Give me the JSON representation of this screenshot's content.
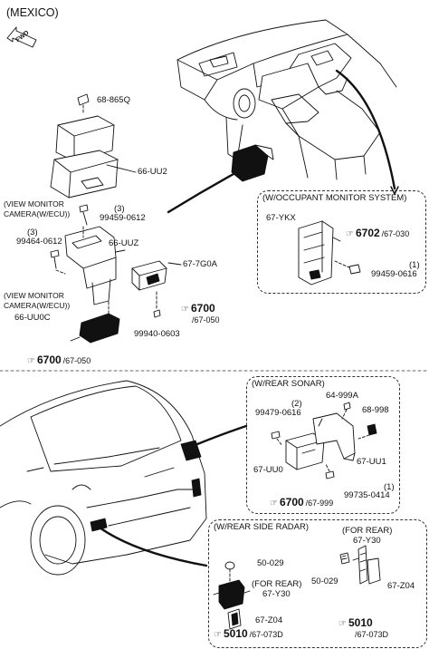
{
  "header": {
    "region": "(MEXICO)",
    "fwd": "FWD"
  },
  "top": {
    "p68865q": "68-865Q",
    "p66uu2": "66-UU2",
    "view_monitor_1": "(VIEW MONITOR",
    "camera_ecu_1": "CAMERA(W/ECU))",
    "qty_3a": "(3)",
    "p99459_0612": "99459-0612",
    "qty_3b": "(3)",
    "p99464_0612": "99464-0612",
    "p66uuz": "66-UUZ",
    "p677g0a": "67-7G0A",
    "view_monitor_2": "(VIEW MONITOR",
    "camera_ecu_2": "CAMERA(W/ECU))",
    "p66uu0c": "66-UU0C",
    "p99940_0603": "99940-0603",
    "ref_a_main": "6700",
    "ref_a_sub": "/67-050",
    "ref_b_main": "6700",
    "ref_b_sub": "/67-050"
  },
  "occupant": {
    "title": "(W/OCCUPANT MONITOR SYSTEM)",
    "p67ykx": "67-YKX",
    "ref_main": "6702",
    "ref_sub": "/67-030",
    "qty": "(1)",
    "p99459_0616": "99459-0616"
  },
  "sonar": {
    "title": "(W/REAR SONAR)",
    "p64999a": "64-999A",
    "qty_2": "(2)",
    "p99479_0616": "99479-0616",
    "p68998": "68-998",
    "p67uu0": "67-UU0",
    "p67uu1": "67-UU1",
    "qty_1": "(1)",
    "p99735_0414": "99735-0414",
    "ref_main": "6700",
    "ref_sub": "/67-999"
  },
  "radar": {
    "title": "(W/REAR SIDE RADAR)",
    "p50029_left": "50-029",
    "for_rear_left": "(FOR REAR)",
    "p67y30_left": "67-Y30",
    "p67z04_left": "67-Z04",
    "ref_left_main": "5010",
    "ref_left_sub": "/67-073D",
    "for_rear_right": "(FOR REAR)",
    "p67y30_right": "67-Y30",
    "p50029_right": "50-029",
    "p67z04_right": "67-Z04",
    "ref_right_main": "5010",
    "ref_right_sub": "/67-073D"
  },
  "icons": {
    "reference": "pointing-hand-icon",
    "direction": "forward-arrow-icon"
  }
}
